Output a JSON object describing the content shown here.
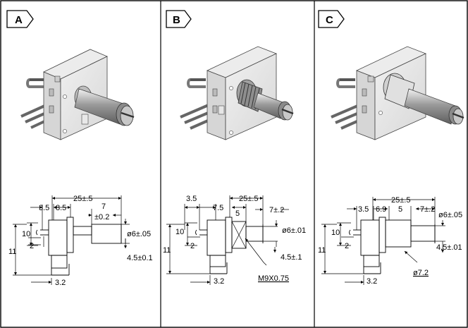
{
  "panels": [
    {
      "label": "A",
      "dims": {
        "overall": "25±.5",
        "d1": "3.5",
        "d2": "8.5",
        "shaft_len": "7",
        "shaft_tol": "±0.2",
        "height": "10",
        "pin": "2",
        "total_h": "11",
        "shaft_dia": "ø6±.05",
        "flat": "4.5±0.1",
        "pitch": "3.2"
      }
    },
    {
      "label": "B",
      "dims": {
        "overall": "25±.5",
        "d1": "3.5",
        "d2": "7.5",
        "d3": "5",
        "shaft_len": "7±.2",
        "height": "10",
        "pin": "2",
        "total_h": "11",
        "shaft_dia": "ø6±.01",
        "flat": "4.5±.1",
        "pitch": "3.2",
        "thread": "M9X0.75"
      }
    },
    {
      "label": "C",
      "dims": {
        "overall": "25±.5",
        "d1": "3.5",
        "d2": "6.9",
        "d3": "5",
        "shaft_len": "7±.2",
        "height": "10",
        "pin": "2",
        "total_h": "11",
        "shaft_dia": "ø6±.05",
        "flat": "4.5±.01",
        "pitch": "3.2",
        "bushing": "ø7.2"
      }
    }
  ]
}
